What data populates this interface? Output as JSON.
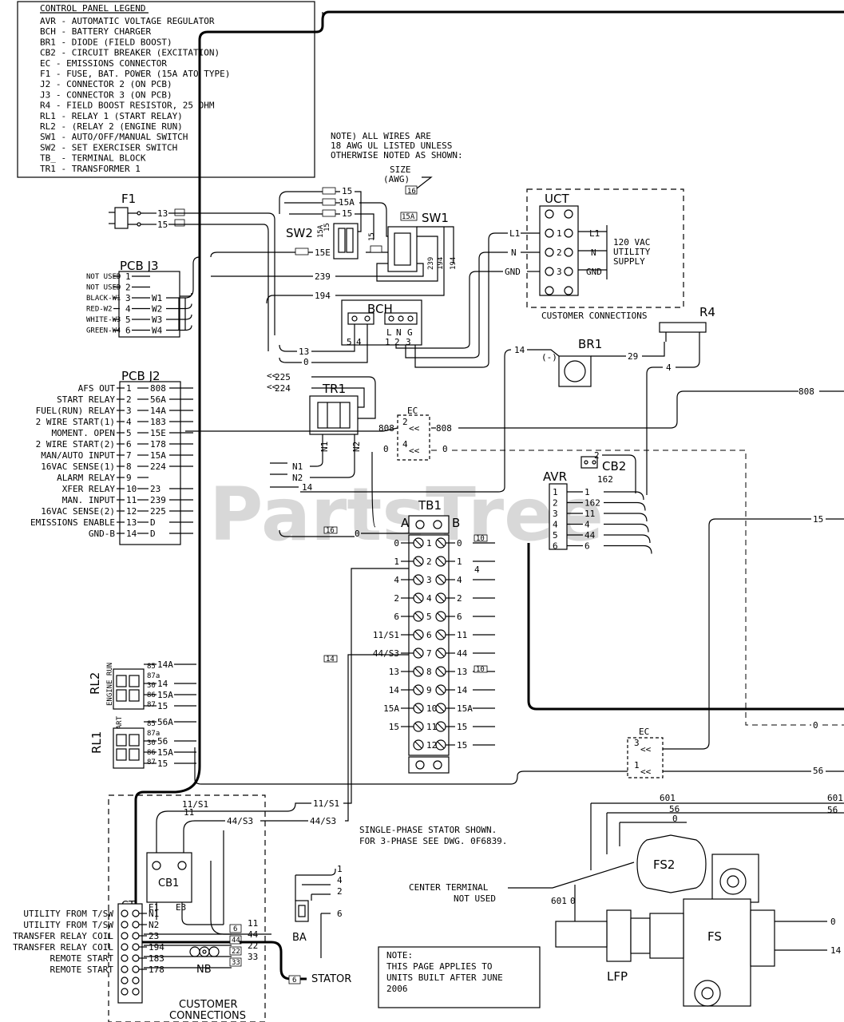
{
  "legend": {
    "title": "CONTROL PANEL LEGEND",
    "items": [
      "AVR - AUTOMATIC VOLTAGE REGULATOR",
      "BCH - BATTERY CHARGER",
      "BR1 - DIODE (FIELD BOOST)",
      "CB2 - CIRCUIT BREAKER (EXCITATION)",
      "EC  - EMISSIONS CONNECTOR",
      "F1  - FUSE, BAT. POWER (15A ATO TYPE)",
      "J2  - CONNECTOR 2 (ON PCB)",
      "J3  - CONNECTOR 3 (ON PCB)",
      "R4  - FIELD BOOST RESISTOR, 25 OHM",
      "RL1 - RELAY 1 (START RELAY)",
      "RL2 - (RELAY 2 (ENGINE RUN)",
      "SW1 - AUTO/OFF/MANUAL SWITCH",
      "SW2 - SET EXERCISER SWITCH",
      "TB_ - TERMINAL BLOCK",
      "TR1 - TRANSFORMER 1"
    ]
  },
  "notes": {
    "wires": [
      "NOTE) ALL WIRES ARE",
      "18 AWG UL LISTED UNLESS",
      "OTHERWISE NOTED AS SHOWN:"
    ],
    "size_label": "SIZE",
    "awg_label": "(AWG)",
    "size_example": "16",
    "stator_note": [
      "SINGLE-PHASE STATOR SHOWN.",
      "FOR 3-PHASE SEE DWG.  0F6839."
    ],
    "page_note": [
      "NOTE:",
      "THIS PAGE APPLIES TO",
      "UNITS BUILT AFTER JUNE",
      "2006"
    ],
    "center_terminal": [
      "CENTER TERMINAL",
      "NOT USED"
    ]
  },
  "watermark": "PartsTree",
  "components": {
    "f1": "F1",
    "sw1": "SW1",
    "sw2": "SW2",
    "uct": "UCT",
    "bch": "BCH",
    "br1": "BR1",
    "r4": "R4",
    "tr1": "TR1",
    "ec": "EC",
    "avr": "AVR",
    "cb2": "CB2",
    "tb1": "TB1",
    "cb1": "CB1",
    "ct": "CT",
    "ba": "BA",
    "nb": "NB",
    "fs2": "FS2",
    "fs": "FS",
    "lfp": "LFP",
    "rl1": "RL1",
    "rl2": "RL2",
    "stator": "STATOR",
    "engine_run": "ENGINE RUN",
    "engine_start": "ENGINE START",
    "tb1_a": "A",
    "tb1_b": "B",
    "br1_minus": "(-)",
    "uct_supply": [
      "120 VAC",
      "UTILITY",
      "SUPPLY"
    ],
    "uct_customer": "CUSTOMER CONNECTIONS",
    "customer_connections": [
      "CUSTOMER",
      "CONNECTIONS"
    ],
    "uct_right": [
      "L1",
      "N",
      "GND"
    ],
    "bch_pins": [
      "L",
      "N",
      "G"
    ],
    "tr1_pins": [
      "N1",
      "N2"
    ],
    "cb1_pins": [
      "E1",
      "E3"
    ]
  },
  "pcb_j3": {
    "title": "PCB J3",
    "rows": [
      {
        "label": "NOT USED",
        "pin": "1",
        "wire": ""
      },
      {
        "label": "NOT USED",
        "pin": "2",
        "wire": ""
      },
      {
        "label": "BLACK-W1",
        "pin": "3",
        "wire": "W1"
      },
      {
        "label": "RED-W2",
        "pin": "4",
        "wire": "W2"
      },
      {
        "label": "WHITE-W3",
        "pin": "5",
        "wire": "W3"
      },
      {
        "label": "GREEN-W4",
        "pin": "6",
        "wire": "W4"
      }
    ]
  },
  "pcb_j2": {
    "title": "PCB J2",
    "rows": [
      {
        "label": "AFS OUT",
        "pin": "1",
        "wire": "808"
      },
      {
        "label": "START RELAY",
        "pin": "2",
        "wire": "56A"
      },
      {
        "label": "FUEL(RUN) RELAY",
        "pin": "3",
        "wire": "14A"
      },
      {
        "label": "2 WIRE START(1)",
        "pin": "4",
        "wire": "183"
      },
      {
        "label": "MOMENT. OPEN",
        "pin": "5",
        "wire": "15E"
      },
      {
        "label": "2 WIRE START(2)",
        "pin": "6",
        "wire": "178"
      },
      {
        "label": "MAN/AUTO INPUT",
        "pin": "7",
        "wire": "15A"
      },
      {
        "label": "16VAC SENSE(1)",
        "pin": "8",
        "wire": "224"
      },
      {
        "label": "ALARM RELAY",
        "pin": "9",
        "wire": ""
      },
      {
        "label": "XFER RELAY",
        "pin": "10",
        "wire": "23"
      },
      {
        "label": "MAN. INPUT",
        "pin": "11",
        "wire": "239"
      },
      {
        "label": "16VAC SENSE(2)",
        "pin": "12",
        "wire": "225"
      },
      {
        "label": "EMISSIONS ENABLE",
        "pin": "13",
        "wire": "D"
      },
      {
        "label": "GND-B",
        "pin": "14",
        "wire": "D"
      }
    ]
  },
  "tb1": {
    "rows": [
      {
        "left": "0",
        "n": "1",
        "right": "0"
      },
      {
        "left": "1",
        "n": "2",
        "right": "1"
      },
      {
        "left": "4",
        "n": "3",
        "right": "4"
      },
      {
        "left": "2",
        "n": "4",
        "right": "2"
      },
      {
        "left": "6",
        "n": "5",
        "right": "6"
      },
      {
        "left": "11/S1",
        "n": "6",
        "right": "11"
      },
      {
        "left": "44/S3",
        "n": "7",
        "right": "44"
      },
      {
        "left": "13",
        "n": "8",
        "right": "13"
      },
      {
        "left": "14",
        "n": "9",
        "right": "14"
      },
      {
        "left": "15A",
        "n": "10",
        "right": "15A"
      },
      {
        "left": "15",
        "n": "11",
        "right": "15"
      },
      {
        "left": "",
        "n": "12",
        "right": "15"
      }
    ]
  },
  "avr": {
    "rows": [
      {
        "n": "1",
        "wire": "1"
      },
      {
        "n": "2",
        "wire": "162"
      },
      {
        "n": "3",
        "wire": "11"
      },
      {
        "n": "4",
        "wire": "4"
      },
      {
        "n": "5",
        "wire": "44"
      },
      {
        "n": "6",
        "wire": "6"
      }
    ]
  },
  "ct": {
    "rows": [
      {
        "label": "UTILITY FROM T/SW",
        "wire": "N1"
      },
      {
        "label": "UTILITY FROM T/SW",
        "wire": "N2"
      },
      {
        "label": "TRANSFER RELAY COIL",
        "wire": "23"
      },
      {
        "label": "TRANSFER RELAY COIL",
        "wire": "194"
      },
      {
        "label": "REMOTE START",
        "wire": "183"
      },
      {
        "label": "REMOTE START",
        "wire": "178"
      }
    ]
  },
  "wire_labels": {
    "f1": [
      "13",
      "15"
    ],
    "sw": [
      "15",
      "15A",
      "15",
      "15E",
      "239",
      "194",
      "15A",
      "15",
      "15",
      "239",
      "194"
    ],
    "bch": [
      "13",
      "0",
      "5",
      "4",
      "1",
      "2",
      "3"
    ],
    "uct": [
      "L1",
      "N",
      "GND",
      "1",
      "2",
      "3"
    ],
    "br1": [
      "14",
      "29",
      "4"
    ],
    "tr1": [
      "225",
      "224",
      "N1",
      "N2",
      "14"
    ],
    "ec1": [
      "808",
      "808",
      "2",
      "4",
      "0",
      "0"
    ],
    "cb2": [
      "2",
      "162"
    ],
    "right": [
      "808",
      "15",
      "0",
      "56",
      "601",
      "601",
      "56",
      "0",
      "0",
      "14",
      "601",
      "0"
    ],
    "misc": [
      "16",
      "14",
      "10",
      "0",
      "4",
      "11/S1",
      "11",
      "44/S3",
      "44/S3",
      "11/S1",
      "1",
      "4",
      "2",
      "6"
    ],
    "rl2": [
      "85",
      "87a",
      "30",
      "86",
      "87",
      "14A",
      "14",
      "15A",
      "15"
    ],
    "rl1": [
      "85",
      "87a",
      "30",
      "86",
      "87",
      "56A",
      "56",
      "15A",
      "15"
    ],
    "ec2": [
      "3",
      "1",
      "56"
    ],
    "terminals": [
      "6",
      "44",
      "22",
      "33",
      "11",
      "6"
    ]
  }
}
